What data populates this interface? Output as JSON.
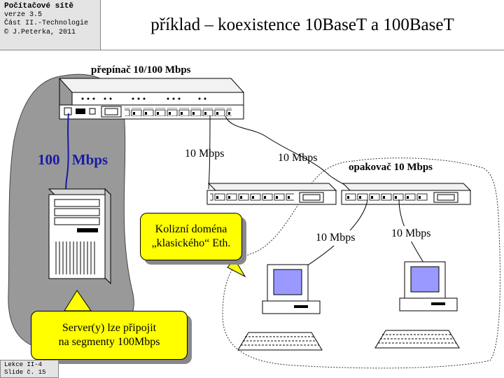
{
  "header": {
    "course": "Počítačové sítě",
    "version": "verze 3.5",
    "part": "Část II.-Technologie",
    "author": "© J.Peterka, 2011"
  },
  "title": "příklad – koexistence 10BaseT a 100BaseT",
  "footer": {
    "lesson": "Lekce II-4",
    "slide": "Slide č. 15"
  },
  "diagram": {
    "switch_label": "přepínač  10/100 Mbps",
    "repeater_label": "opakovač 10 Mbps",
    "fast_link_value": "100",
    "fast_link_unit": "Mbps",
    "link_left_switch": "10 Mbps",
    "link_right_switch": "10 Mbps",
    "link_pc1": "10 Mbps",
    "link_pc2": "10 Mbps",
    "callout_collision_line1": "Kolizní doména",
    "callout_collision_line2": "„klasického“ Eth.",
    "callout_server_line1": "Server(y) lze připojit",
    "callout_server_line2": "na segmenty  100Mbps"
  },
  "colors": {
    "gray_zone": "#999999",
    "callout_fill": "#ffff00",
    "fast_link": "#1a1aa6",
    "monitor_screen": "#9999ff"
  }
}
